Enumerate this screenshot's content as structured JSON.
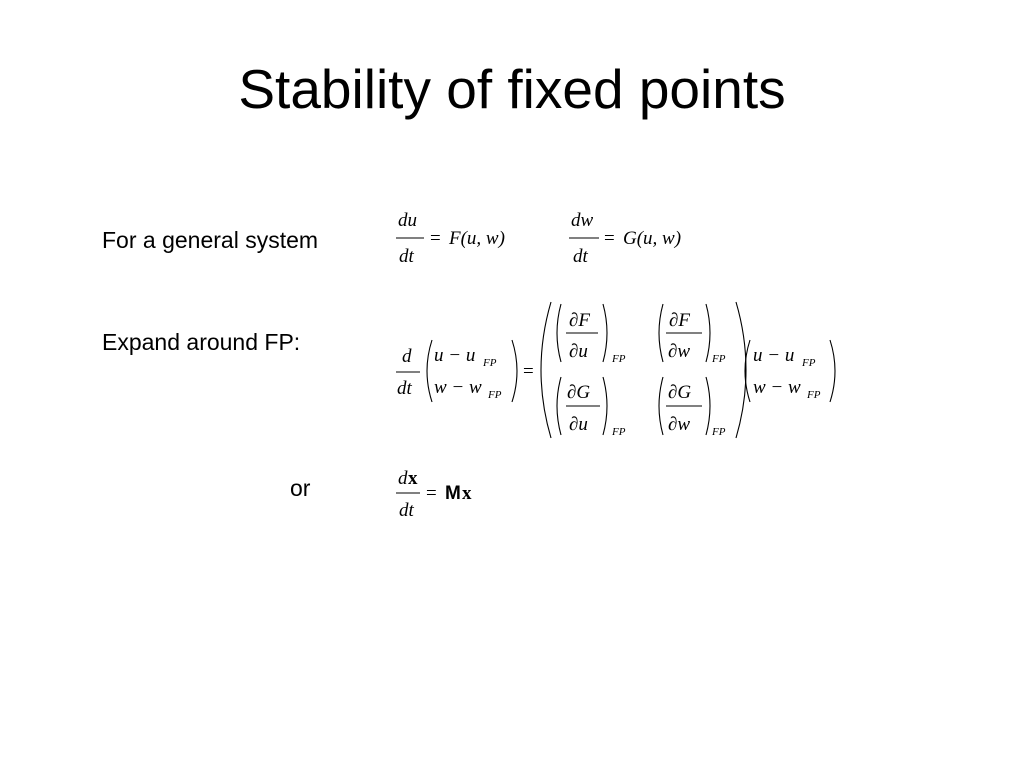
{
  "slide": {
    "title": "Stability of fixed points",
    "label_general": "For a general system",
    "label_expand": "Expand around FP:",
    "label_or": "or"
  },
  "equations": {
    "eq1_num": "du",
    "eq1_den": "dt",
    "eq1_rhs": "F(u, w)",
    "eq2_num": "dw",
    "eq2_den": "dt",
    "eq2_rhs": "G(u, w)",
    "d": "d",
    "dt": "dt",
    "u_minus": "u − u",
    "w_minus": "w − w",
    "sub_fp": "FP",
    "partial_F": "∂F",
    "partial_G": "∂G",
    "partial_u": "∂u",
    "partial_w": "∂w",
    "eq3_num_d": "d",
    "eq3_num_x": "x",
    "eq3_den": "dt",
    "eq3_M": "M",
    "eq3_x": "x",
    "equals": "="
  }
}
